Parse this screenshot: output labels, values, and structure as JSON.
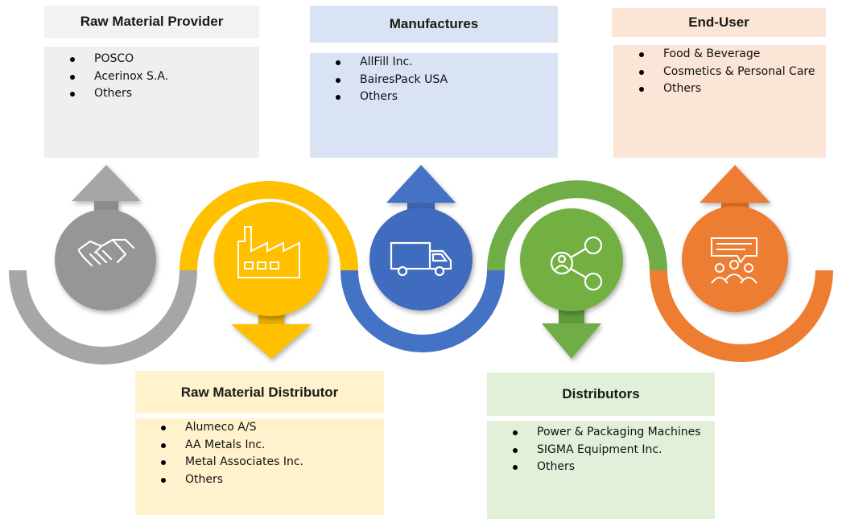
{
  "stages": [
    {
      "id": "raw-material-provider",
      "title": "Raw Material Provider",
      "items": [
        "POSCO",
        "Acerinox S.A.",
        "Others"
      ],
      "color": "#a6a6a6",
      "title_bg": "#f2f2f2",
      "body_bg": "#efefef",
      "icon": "handshake-icon"
    },
    {
      "id": "raw-material-distributor",
      "title": "Raw Material Distributor",
      "items": [
        "Alumeco A/S",
        "AA Metals Inc.",
        "Metal Associates Inc.",
        "Others"
      ],
      "color": "#ffc000",
      "title_bg": "#fff2cc",
      "body_bg": "#fff2cc",
      "icon": "factory-icon"
    },
    {
      "id": "manufactures",
      "title": "Manufactures",
      "items": [
        "AllFill Inc.",
        "BairesPack USA",
        "Others"
      ],
      "color": "#4472c4",
      "title_bg": "#dae3f3",
      "body_bg": "#dae3f3",
      "icon": "truck-icon"
    },
    {
      "id": "distributors",
      "title": "Distributors",
      "items": [
        "Power & Packaging Machines",
        "SIGMA Equipment Inc.",
        "Others"
      ],
      "color": "#70ad47",
      "title_bg": "#e2f0d9",
      "body_bg": "#e2f0d9",
      "icon": "share-network-icon"
    },
    {
      "id": "end-user",
      "title": "End-User",
      "items": [
        "Food & Beverage",
        "Cosmetics & Personal Care",
        "Others"
      ],
      "color": "#ed7d31",
      "title_bg": "#fbe5d6",
      "body_bg": "#fbe5d6",
      "icon": "audience-icon"
    }
  ]
}
